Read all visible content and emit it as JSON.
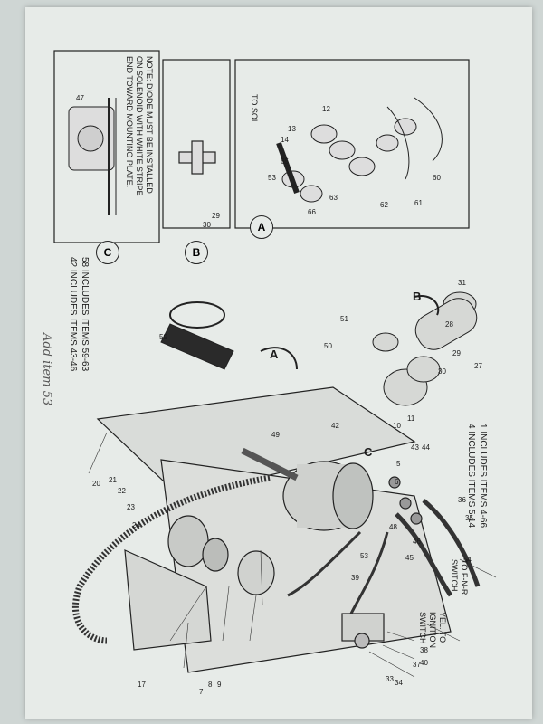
{
  "includes": [
    "1 INCLUDES ITEMS 4-66",
    "4 INCLUDES ITEMS 5-14"
  ],
  "includes_bottom": [
    "58 INCLUDES ITEMS 59-63",
    "42 INCLUDES ITEMS 43-46"
  ],
  "note": {
    "lines": [
      "NOTE: DIODE MUST BE INSTALLED",
      "ON SOLENOID WITH WHITE STRIPE",
      "END TOWARD MOUNTING PLATE."
    ]
  },
  "wire_labels": {
    "fnr_switch": [
      "TO F-N-R",
      "SWITCH"
    ],
    "ignition": [
      "YEL. TO",
      "IGNITION",
      "SWITCH"
    ],
    "to_sol": "TO SOL."
  },
  "detail_letters": [
    "A",
    "B",
    "C"
  ],
  "callouts": {
    "detail_a": [
      "12",
      "13",
      "14",
      "65",
      "53",
      "60",
      "61",
      "62",
      "63",
      "66"
    ],
    "detail_b": [
      "29",
      "30"
    ],
    "detail_c": [
      "47"
    ],
    "main": [
      "31",
      "28",
      "29",
      "27",
      "30",
      "51",
      "50",
      "10",
      "11",
      "36",
      "35",
      "44",
      "43",
      "5",
      "6",
      "42",
      "49",
      "48",
      "46",
      "45",
      "54",
      "53",
      "39",
      "40",
      "38",
      "37",
      "34",
      "33",
      "21",
      "22",
      "23",
      "24",
      "20",
      "17",
      "7",
      "8",
      "9",
      "59"
    ]
  },
  "handwritten": "Add item 53"
}
